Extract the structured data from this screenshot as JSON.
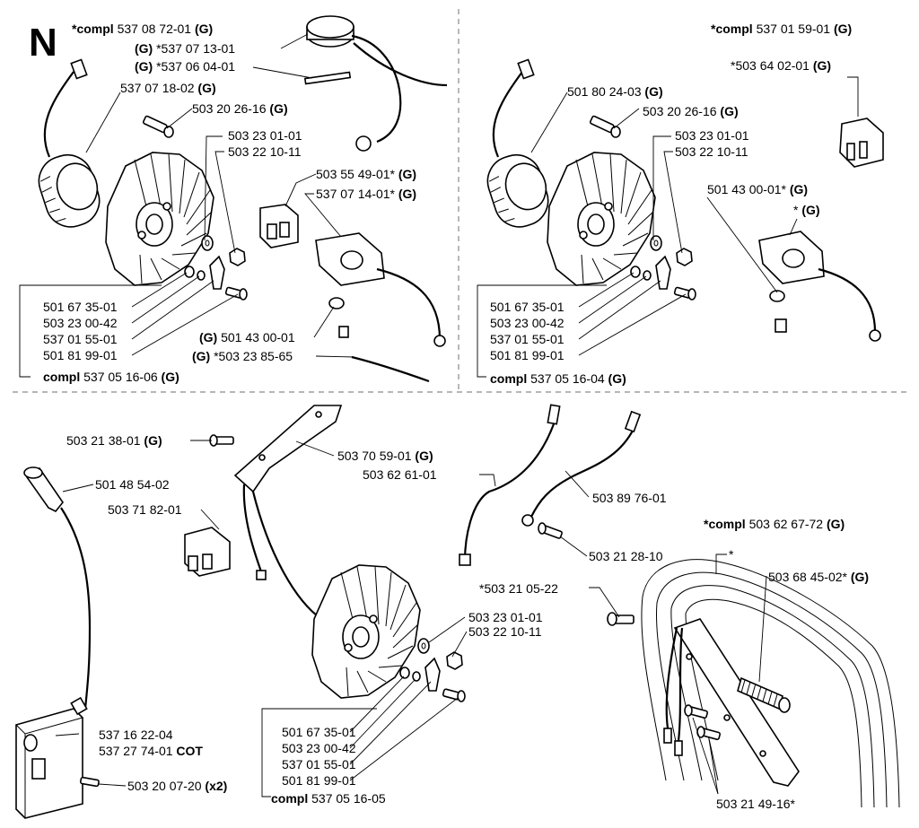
{
  "section_letter": "N",
  "top_left": {
    "l1_pre": "*compl",
    "l1_num": " 537 08 72-01 ",
    "l1_g": "(G)",
    "l2": "*537 07 13-01",
    "l3": "*537 06 04-01",
    "l4_num": "537 07 18-02 ",
    "l4_g": "(G)",
    "l5_num": "503 20 26-16 ",
    "l5_g": "(G)",
    "l6": "503 23 01-01",
    "l7": "503 22 10-11",
    "l8_num": "503 55 49-01* ",
    "l8_g": "(G)",
    "l9_num": "537 07 14-01* ",
    "l9_g": "(G)",
    "l10": "501 67 35-01",
    "l11": "503 23 00-42",
    "l12": "537 01 55-01",
    "l13": "501 81 99-01",
    "l14": " 501 43 00-01",
    "l15": " *503 23 85-65",
    "compl_pre": "compl",
    "compl_num": " 537 05 16-06 ",
    "compl_g": "(G)",
    "g": "(G)"
  },
  "top_right": {
    "l1_pre": "*compl",
    "l1_num": " 537 01 59-01 ",
    "l1_g": "(G)",
    "l2_num": "*503 64 02-01 ",
    "l2_g": "(G)",
    "l3_num": "501 80 24-03 ",
    "l3_g": "(G)",
    "l4_num": "503 20 26-16 ",
    "l4_g": "(G)",
    "l5": "503 23 01-01",
    "l6": "503 22 10-11",
    "l7_num": "501 43 00-01* ",
    "l7_g": "(G)",
    "l8_num": "* ",
    "l8_g": "(G)",
    "l9": "501 67 35-01",
    "l10": "503 23 00-42",
    "l11": "537 01 55-01",
    "l12": "501 81 99-01",
    "compl_pre": "compl",
    "compl_num": " 537 05 16-04 ",
    "compl_g": "(G)"
  },
  "bottom": {
    "a_num": "503 21 38-01 ",
    "a_g": "(G)",
    "b_num": "503 70 59-01 ",
    "b_g": "(G)",
    "c": "503 62 61-01",
    "d": "501 48 54-02",
    "e": "503 71 82-01",
    "f": "503 89 76-01",
    "g_pre": "*compl",
    "g_num": " 503 62 67-72 ",
    "g_g": "(G)",
    "h": "503 21 28-10",
    "i": "*",
    "j_num": "503 68 45-02* ",
    "j_g": "(G)",
    "k": "*503 21 05-22",
    "l": "503 23 01-01",
    "m": "503 22 10-11",
    "n": "537 16 22-04",
    "o_num": "537 27 74-01 ",
    "o_b": "COT",
    "p_num": "503 20 07-20 ",
    "p_b": "(x2)",
    "q": "501 67 35-01",
    "r": "503 23 00-42",
    "s": "537 01 55-01",
    "t": "501 81 99-01",
    "compl_pre": "compl",
    "compl_num": " 537 05 16-05",
    "u": "503 21 49-16*"
  }
}
